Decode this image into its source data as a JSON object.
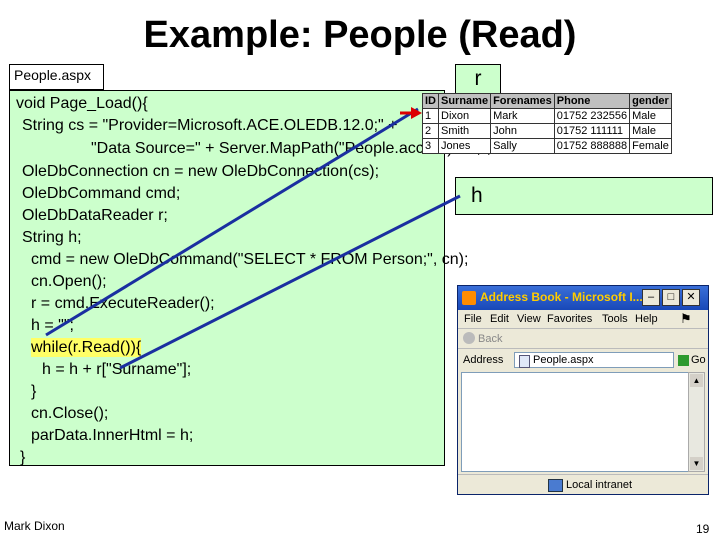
{
  "slide": {
    "title": "Example: People (Read)",
    "file_label": "People.aspx",
    "code_lines": [
      "void Page_Load(){",
      "String cs = \"Provider=Microsoft.ACE.OLEDB.12.0;\" +",
      "\"Data Source=\" + Server.MapPath(\"People.accdb\") + \";\";",
      "OleDbConnection cn = new OleDbConnection(cs);",
      "OleDbCommand cmd;",
      "OleDbDataReader r;",
      "String h;",
      "cmd = new OleDbCommand(\"SELECT * FROM Person;\", cn);",
      "cn.Open();",
      "r = cmd.ExecuteReader();",
      "h = \"\";",
      "while(r.Read()){",
      "h = h + r[\"Surname\"];",
      "}",
      "cn.Close();",
      "parData.InnerHtml = h;",
      "}"
    ],
    "r_label": "r",
    "h_label": "h",
    "author": "Mark Dixon",
    "page_number": "19",
    "colors": {
      "code_bg": "#ccffcc",
      "highlight": "#ffff66",
      "arrow_blue": "#1a2fa0",
      "arrow_red": "#dd0000"
    }
  },
  "table": {
    "headers": [
      "ID",
      "Surname",
      "Forenames",
      "Phone",
      "gender"
    ],
    "rows": [
      [
        "1",
        "Dixon",
        "Mark",
        "01752 232556",
        "Male"
      ],
      [
        "2",
        "Smith",
        "John",
        "01752 111111",
        "Male"
      ],
      [
        "3",
        "Jones",
        "Sally",
        "01752 888888",
        "Female"
      ]
    ]
  },
  "browser": {
    "title": "Address Book - Microsoft I...",
    "menu": [
      "File",
      "Edit",
      "View",
      "Favorites",
      "Tools",
      "Help"
    ],
    "back_label": "Back",
    "address_label": "Address",
    "address_value": "People.aspx",
    "go_label": "Go",
    "status_zone": "Local intranet"
  }
}
